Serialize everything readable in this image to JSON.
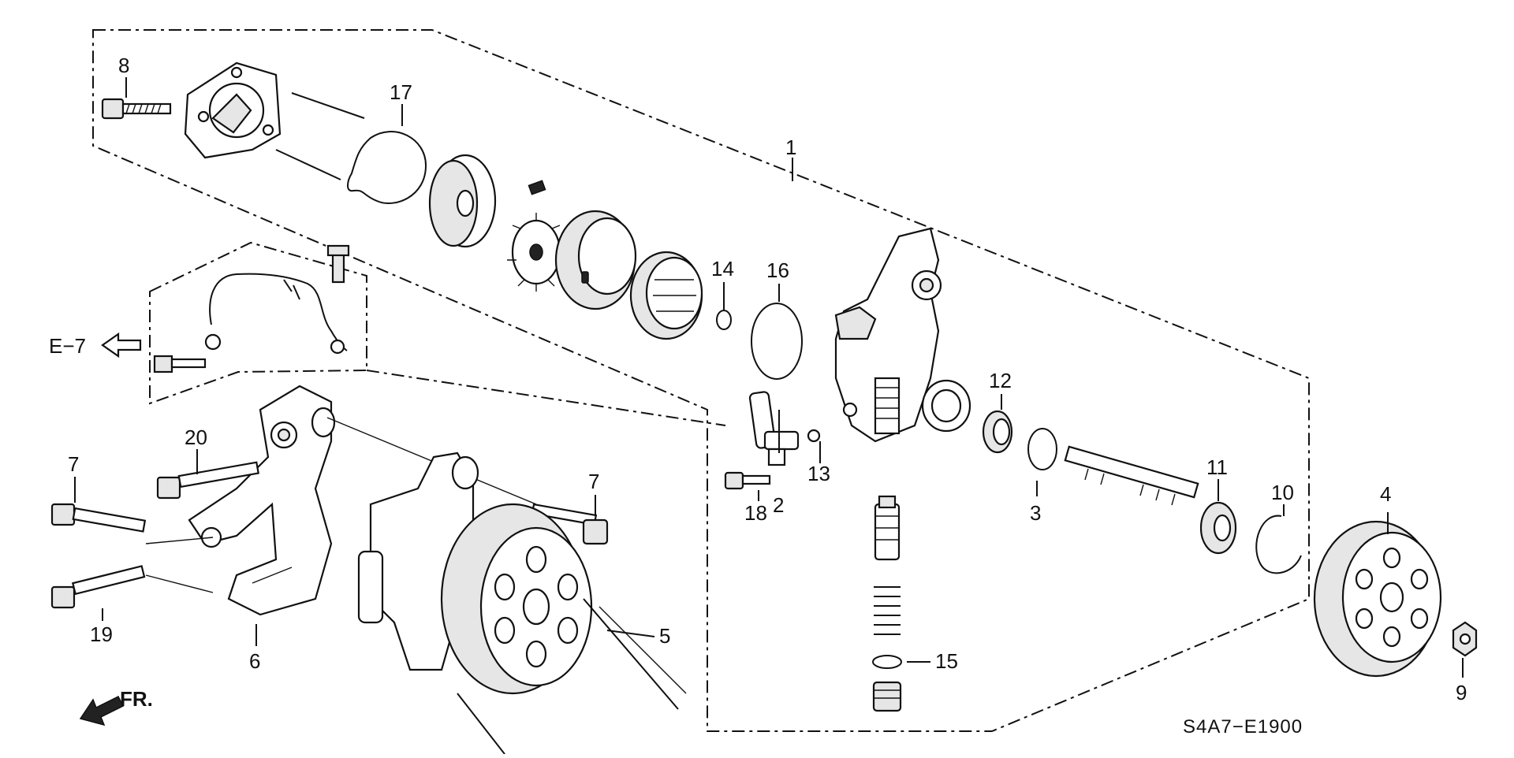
{
  "diagram": {
    "code": "S4A7−E1900",
    "reference": "E−7",
    "front_label": "FR.",
    "part_numbers": [
      "1",
      "2",
      "3",
      "4",
      "5",
      "6",
      "7",
      "7",
      "8",
      "9",
      "10",
      "11",
      "12",
      "13",
      "14",
      "15",
      "16",
      "17",
      "18",
      "19",
      "20"
    ]
  }
}
